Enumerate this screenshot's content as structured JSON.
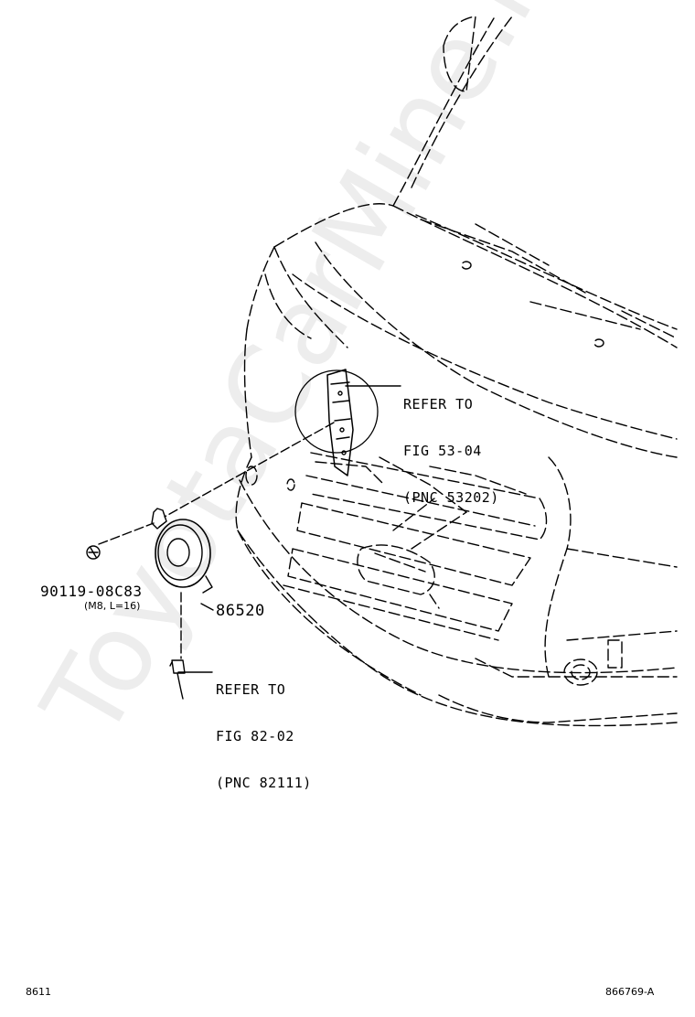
{
  "callouts": {
    "refer_53": {
      "line1": "REFER TO",
      "line2": "FIG 53-04",
      "line3": "(PNC 53202)"
    },
    "refer_82": {
      "line1": "REFER TO",
      "line2": "FIG 82-02",
      "line3": "(PNC 82111)"
    },
    "bolt": {
      "part_number": "90119-08C83",
      "spec": "(M8, L=16)"
    },
    "horn": {
      "part_number": "86520"
    }
  },
  "footer": {
    "left_code": "8611",
    "right_code": "866769-A"
  },
  "watermark": "ToyotaCarMine.ru"
}
